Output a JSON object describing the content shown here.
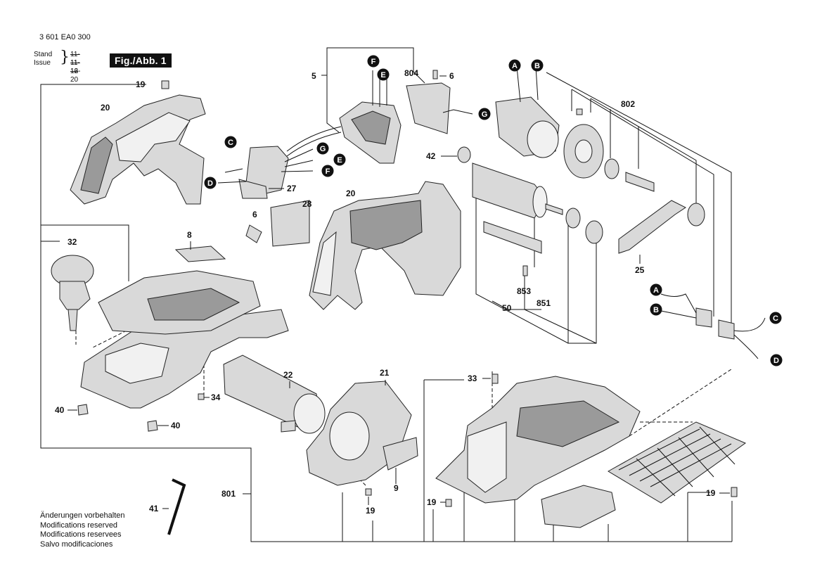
{
  "header": {
    "part_number": "3 601 EA0 300",
    "stand_label": "Stand",
    "issue_label": "Issue",
    "stand_date": "11-11-16",
    "issue_date": "11-12-20",
    "figure": "Fig./Abb. 1"
  },
  "footnote": {
    "lines": [
      "Änderungen vorbehalten",
      "Modifications reserved",
      "Modifications reservees",
      "Salvo modificaciones"
    ]
  },
  "connectors": [
    "A",
    "B",
    "C",
    "D",
    "E",
    "F",
    "G"
  ],
  "part_labels": {
    "p5": "5",
    "p804": "804",
    "p6a": "6",
    "p6b": "6",
    "p802": "802",
    "p19a": "19",
    "p19b": "19",
    "p19c": "19",
    "p19d": "19",
    "p20a": "20",
    "p20b": "20",
    "p27": "27",
    "p28": "28",
    "p42": "42",
    "p8": "8",
    "p32": "32",
    "p25": "25",
    "p853": "853",
    "p851": "851",
    "p50": "50",
    "p22": "22",
    "p21": "21",
    "p33": "33",
    "p34": "34",
    "p40a": "40",
    "p40b": "40",
    "p9": "9",
    "p801": "801",
    "p41": "41"
  }
}
